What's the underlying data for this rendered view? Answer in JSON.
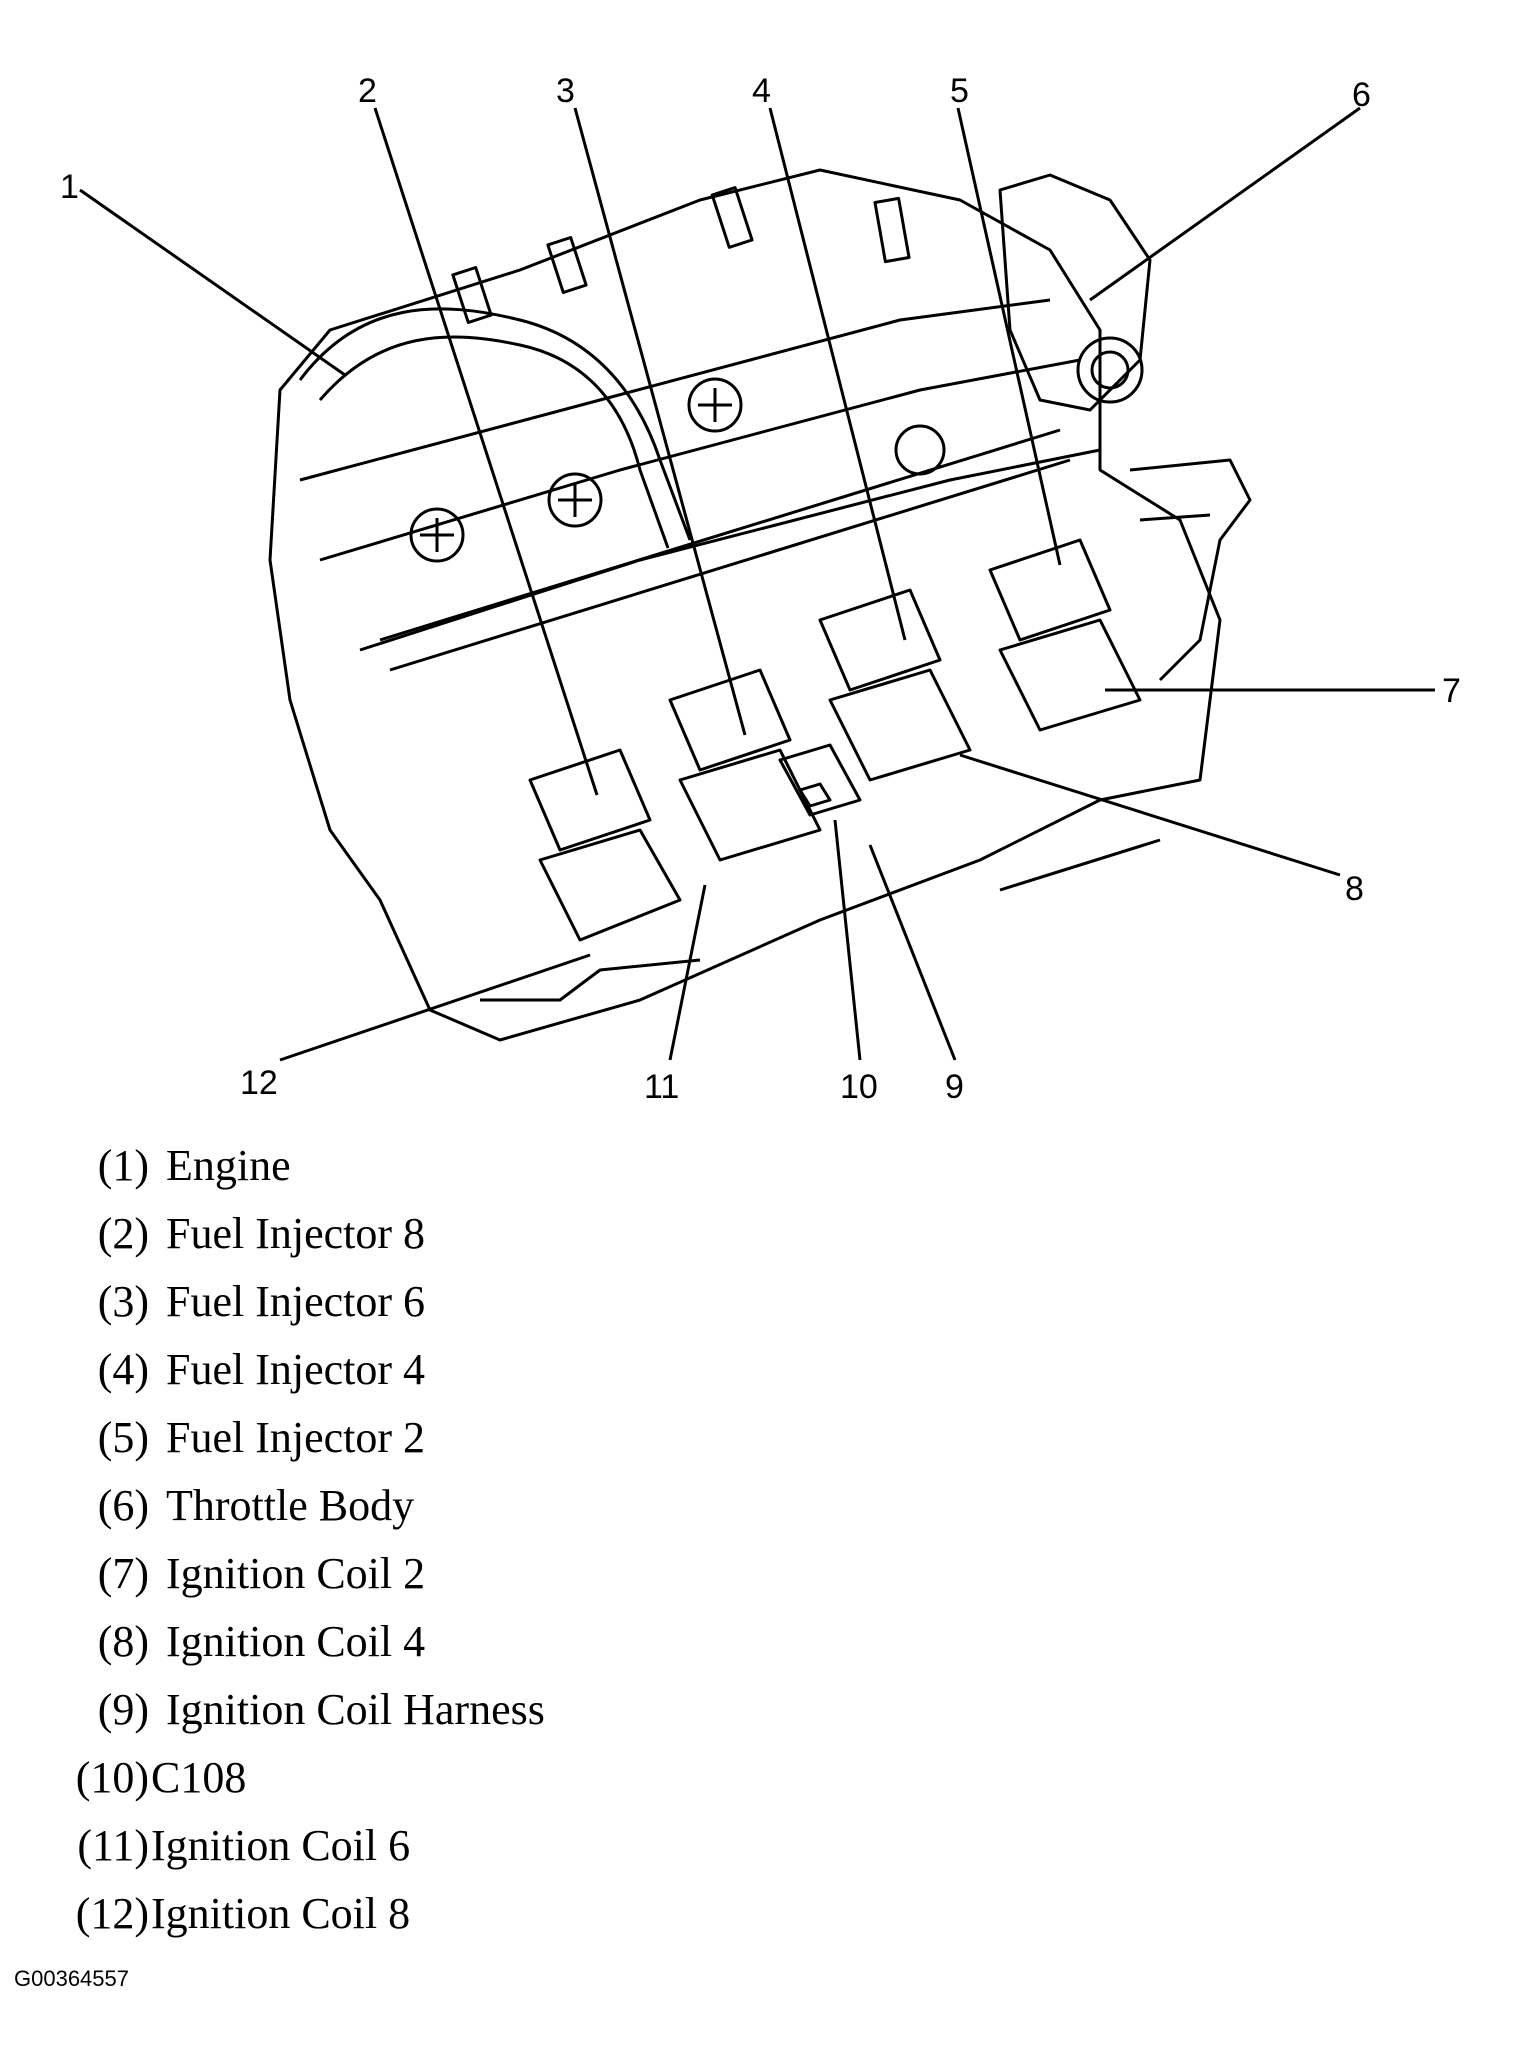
{
  "callouts": [
    "1",
    "2",
    "3",
    "4",
    "5",
    "6",
    "7",
    "8",
    "9",
    "10",
    "11",
    "12"
  ],
  "legend": [
    {
      "num": "(1)",
      "label": "Engine"
    },
    {
      "num": "(2)",
      "label": "Fuel Injector 8"
    },
    {
      "num": "(3)",
      "label": "Fuel Injector 6"
    },
    {
      "num": "(4)",
      "label": "Fuel Injector 4"
    },
    {
      "num": "(5)",
      "label": "Fuel Injector 2"
    },
    {
      "num": "(6)",
      "label": "Throttle Body"
    },
    {
      "num": "(7)",
      "label": "Ignition Coil 2"
    },
    {
      "num": "(8)",
      "label": "Ignition Coil 4"
    },
    {
      "num": "(9)",
      "label": "Ignition Coil Harness"
    },
    {
      "num": "(10)",
      "label": "C108"
    },
    {
      "num": "(11)",
      "label": "Ignition Coil 6"
    },
    {
      "num": "(12)",
      "label": "Ignition Coil 8"
    }
  ],
  "figure_id": "G00364557"
}
